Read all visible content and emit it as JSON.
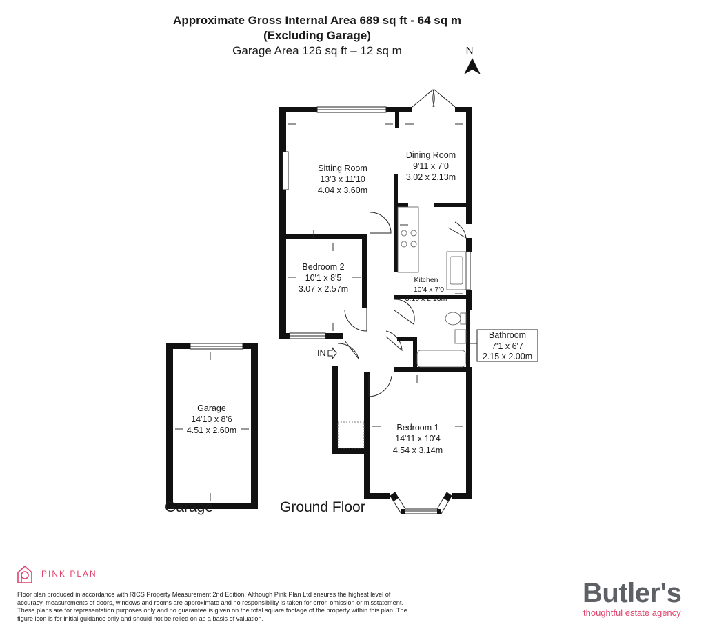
{
  "header": {
    "line1": "Approximate Gross Internal Area 689 sq ft - 64 sq m",
    "line2": "(Excluding Garage)",
    "line3": "Garage Area 126 sq ft – 12 sq m"
  },
  "north_label": "N",
  "rooms": {
    "sitting": {
      "name": "Sitting Room",
      "imperial": "13'3 x 11'10",
      "metric": "4.04 x 3.60m"
    },
    "dining": {
      "name": "Dining Room",
      "imperial": "9'11 x 7'0",
      "metric": "3.02 x 2.13m"
    },
    "bedroom2": {
      "name": "Bedroom 2",
      "imperial": "10'1 x 8'5",
      "metric": "3.07 x 2.57m"
    },
    "kitchen": {
      "name": "Kitchen",
      "imperial": "10'4 x 7'0",
      "metric": "3.16 x 2.13m"
    },
    "bathroom": {
      "name": "Bathroom",
      "imperial": "7'1 x 6'7",
      "metric": "2.15 x 2.00m"
    },
    "bedroom1": {
      "name": "Bedroom 1",
      "imperial": "14'11 x 10'4",
      "metric": "4.54 x 3.14m"
    },
    "garage": {
      "name": "Garage",
      "imperial": "14'10 x 8'6",
      "metric": "4.51 x 2.60m"
    }
  },
  "entrance_label": "IN",
  "floor_labels": {
    "garage": "Garage",
    "ground": "Ground Floor"
  },
  "footer": {
    "brand": "PINK PLAN",
    "disclaimer": "Floor plan produced in accordance with RICS Property Measurement 2nd Edition. Although Pink Plan Ltd ensures the highest level of accuracy, measurements of doors, windows and rooms are approximate and no responsibility is taken for error, omission or misstatement. These plans are for representation purposes only and no guarantee is given on the total square footage of the property within this plan. The figure icon is for initial guidance only and should not be relied on as a basis of valuation.",
    "agent_name": "Butler's",
    "agent_tagline": "thoughtful estate agency"
  },
  "colors": {
    "wall": "#111111",
    "brand_pink": "#e1436c",
    "agent_grey": "#5d6166"
  }
}
